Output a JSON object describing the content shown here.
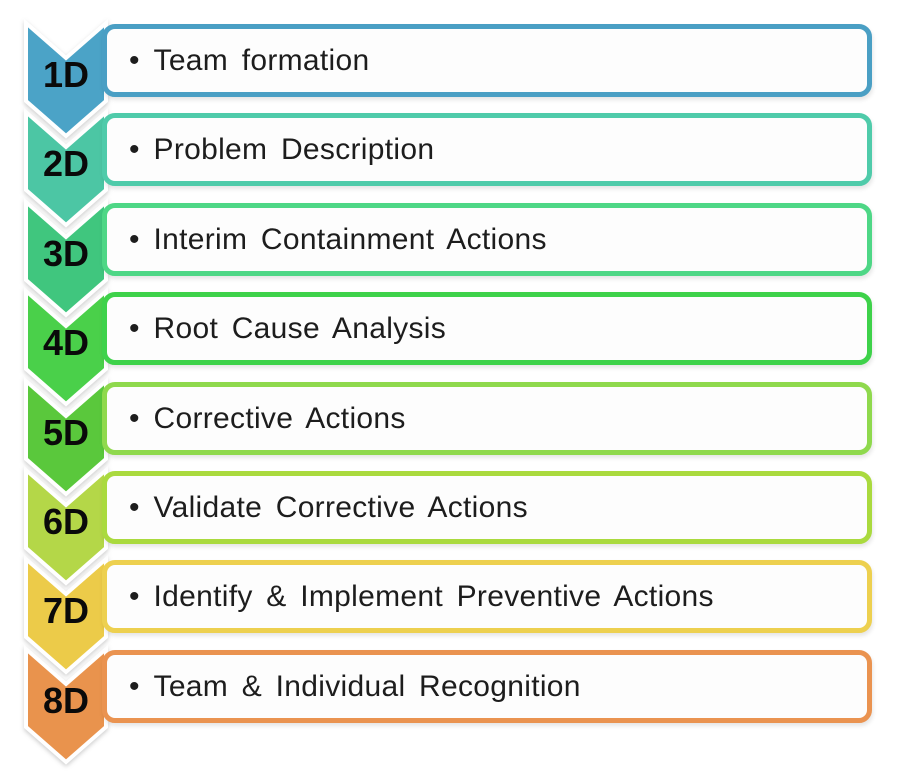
{
  "bullet": "•",
  "steps": [
    {
      "id": "1D",
      "text": "Team formation",
      "chevron_color": "#4ba3c7",
      "box_border_color": "#4a9fc4"
    },
    {
      "id": "2D",
      "text": "Problem Description",
      "chevron_color": "#4cc6a4",
      "box_border_color": "#4fcbaa"
    },
    {
      "id": "3D",
      "text": "Interim Containment Actions",
      "chevron_color": "#40c67e",
      "box_border_color": "#4ed786"
    },
    {
      "id": "4D",
      "text": "Root Cause Analysis",
      "chevron_color": "#4ad04a",
      "box_border_color": "#3ed24a"
    },
    {
      "id": "5D",
      "text": "Corrective Actions",
      "chevron_color": "#5ac83c",
      "box_border_color": "#8fd94d"
    },
    {
      "id": "6D",
      "text": "Validate Corrective Actions",
      "chevron_color": "#b4d748",
      "box_border_color": "#aada3e"
    },
    {
      "id": "7D",
      "text": "Identify & Implement Preventive Actions",
      "chevron_color": "#eccb49",
      "box_border_color": "#edd04f"
    },
    {
      "id": "8D",
      "text": "Team & Individual Recognition",
      "chevron_color": "#e9934d",
      "box_border_color": "#ea9350"
    }
  ]
}
